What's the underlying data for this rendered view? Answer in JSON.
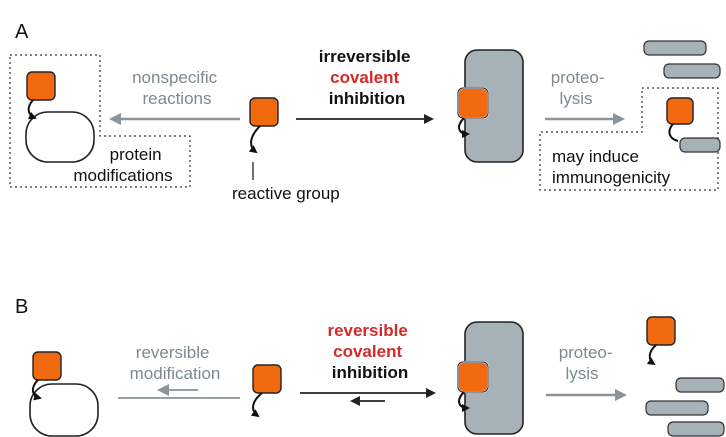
{
  "panel_a": {
    "letter": "A",
    "left_arrow_label": [
      "nonspecific",
      "reactions"
    ],
    "center_label": {
      "line1": "irreversible",
      "line2": "covalent",
      "line3": "inhibition"
    },
    "right_arrow_label": [
      "proteo-",
      "lysis"
    ],
    "box_left_label": [
      "protein",
      "modifications"
    ],
    "reactive_group_label": "reactive group",
    "box_right_label": [
      "may induce",
      "immunogenicity"
    ]
  },
  "panel_b": {
    "letter": "B",
    "left_arrow_label": [
      "reversible",
      "modification"
    ],
    "center_label": {
      "line1": "reversible",
      "line2": "covalent",
      "line3": "inhibition"
    },
    "right_arrow_label": [
      "proteo-",
      "lysis"
    ]
  },
  "colors": {
    "orange": "#f26a10",
    "protein_gray": "#a6b2b7",
    "gray_text": "#7d8a90",
    "red": "#d42a2a",
    "dark": "#111111"
  }
}
